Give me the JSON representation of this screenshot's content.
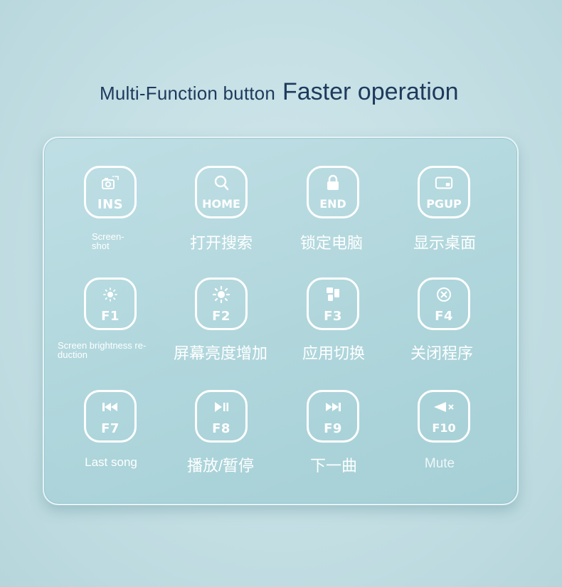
{
  "title": {
    "left": "Multi-Function button",
    "right": "Faster operation"
  },
  "keys": [
    {
      "label": "INS",
      "icon": "screenshot-icon",
      "desc": "Screen-shot"
    },
    {
      "label": "HOME",
      "icon": "search-icon",
      "desc": "打开搜索"
    },
    {
      "label": "END",
      "icon": "lock-icon",
      "desc": "锁定电脑"
    },
    {
      "label": "PGUP",
      "icon": "desktop-icon",
      "desc": "显示桌面"
    },
    {
      "label": "F1",
      "icon": "brightness-down-icon",
      "desc": "Screen brightness re-duction"
    },
    {
      "label": "F2",
      "icon": "brightness-up-icon",
      "desc": "屏幕亮度增加"
    },
    {
      "label": "F3",
      "icon": "app-switch-icon",
      "desc": "应用切换"
    },
    {
      "label": "F4",
      "icon": "close-program-icon",
      "desc": "关闭程序"
    },
    {
      "label": "F7",
      "icon": "previous-track-icon",
      "desc": "Last song"
    },
    {
      "label": "F8",
      "icon": "play-pause-icon",
      "desc": "播放/暂停"
    },
    {
      "label": "F9",
      "icon": "next-track-icon",
      "desc": "下一曲"
    },
    {
      "label": "F10",
      "icon": "mute-icon",
      "desc": "Mute"
    }
  ]
}
